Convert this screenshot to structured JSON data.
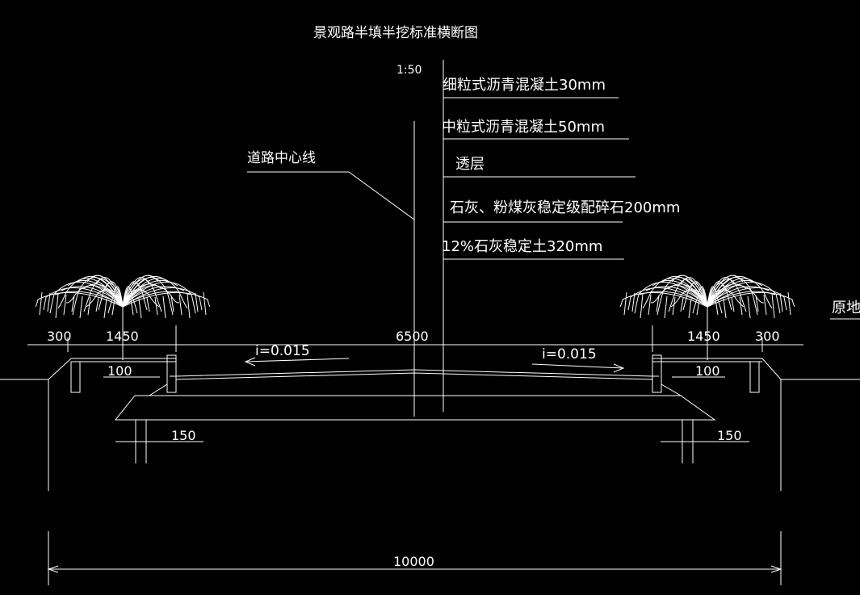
{
  "drawing": {
    "title": "景观路半填半挖标准横断图",
    "scale": "1:50",
    "centerline_label": "道路中心线",
    "layers": [
      "细粒式沥青混凝土30mm",
      "中粒式沥青混凝土50mm",
      "透层",
      "石灰、粉煤灰稳定级配碎石200mm",
      "12%石灰稳定土320mm"
    ],
    "original_ground_label": "原地面",
    "dimensions": {
      "left_300": "300",
      "left_1450": "1450",
      "center_6500": "6500",
      "right_1450": "1450",
      "right_300": "300",
      "left_100": "100",
      "right_100": "100",
      "left_150": "150",
      "right_150": "150",
      "total_10000": "10000"
    },
    "slopes": {
      "left": "i=0.015",
      "right": "i=0.015"
    }
  },
  "colors": {
    "background": "#000000",
    "line": "#ffffff"
  }
}
